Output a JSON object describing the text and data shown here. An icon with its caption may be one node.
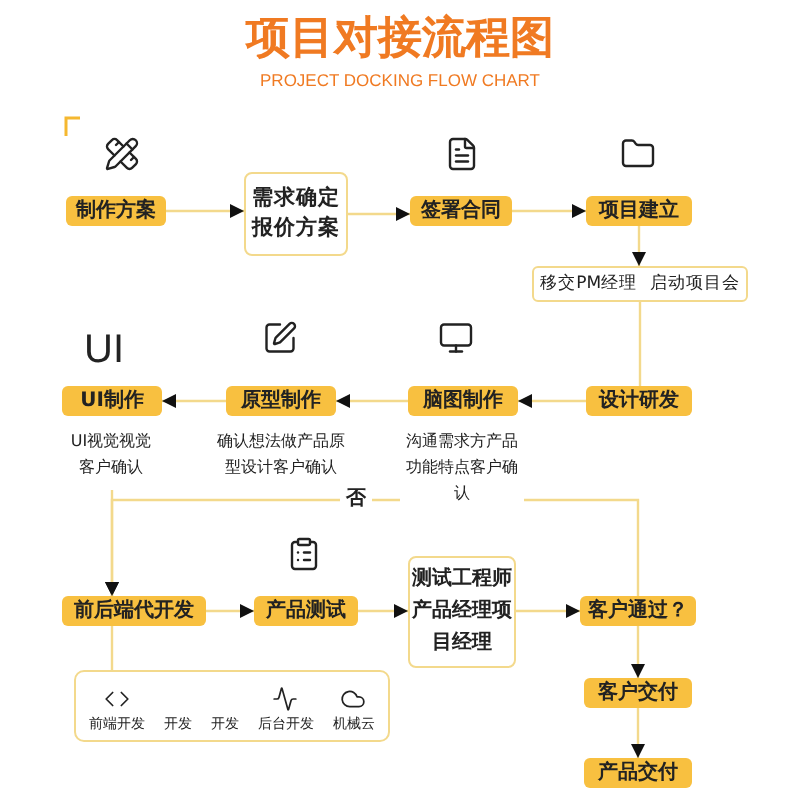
{
  "diagram": {
    "title": "项目对接流程图",
    "nodes": [
      {
        "text": [
          "制作方案"
        ]
      },
      {
        "text": [
          "需求确定报价方案"
        ]
      },
      {
        "text": [
          "签署合同"
        ]
      },
      {
        "text": [
          "项目建立"
        ]
      },
      {
        "text": [
          "移交PM经理",
          "启动项目会"
        ]
      },
      {
        "text": [
          "设计研发"
        ]
      },
      {
        "text": [
          "脑图制作"
        ],
        "beside": [
          "沟通需求方产品功能特点客户确认"
        ]
      },
      {
        "text": [
          "原型制作"
        ],
        "beside": [
          "确认想法做产品原型设计客户确认"
        ]
      },
      {
        "text": [
          "UI制作"
        ],
        "beside": [
          "UI视觉视觉客户确认"
        ]
      },
      {
        "text": [
          "前后端代开发"
        ]
      },
      {
        "text": [
          "产品测试"
        ]
      },
      {
        "text": [
          "测试工程师产品经理项目经理"
        ]
      },
      {
        "text": [
          "客户通过？"
        ]
      },
      {
        "text": [
          "客户交付"
        ]
      },
      {
        "text": [
          "产品交付"
        ]
      },
      {
        "text": [
          "前端开发",
          "开发",
          "开发",
          "后台开发",
          "机械云"
        ]
      }
    ],
    "edges": [
      {
        "from": 0,
        "to": 1,
        "arrow": "to"
      },
      {
        "from": 1,
        "to": 2,
        "arrow": "to"
      },
      {
        "from": 2,
        "to": 3,
        "arrow": "to"
      },
      {
        "from": 3,
        "to": 4,
        "arrow": "to"
      },
      {
        "from": 4,
        "to": 5,
        "arrow": "none"
      },
      {
        "from": 5,
        "to": 6,
        "arrow": "to"
      },
      {
        "from": 6,
        "to": 7,
        "arrow": "to"
      },
      {
        "from": 7,
        "to": 8,
        "arrow": "to"
      },
      {
        "from": 8,
        "to": 9,
        "arrow": "to"
      },
      {
        "from": 9,
        "to": 10,
        "arrow": "to"
      },
      {
        "from": 10,
        "to": 11,
        "arrow": "to"
      },
      {
        "from": 11,
        "to": 12,
        "arrow": "to"
      },
      {
        "from": 12,
        "to": 13,
        "arrow": "to"
      },
      {
        "from": 13,
        "to": 14,
        "arrow": "to"
      },
      {
        "from": 12,
        "to": 9,
        "arrow": "to",
        "label": "否"
      },
      {
        "from": 9,
        "to": 15,
        "arrow": "none"
      }
    ],
    "labels": [
      "PROJECT DOCKING FLOW CHART",
      "UI"
    ]
  }
}
